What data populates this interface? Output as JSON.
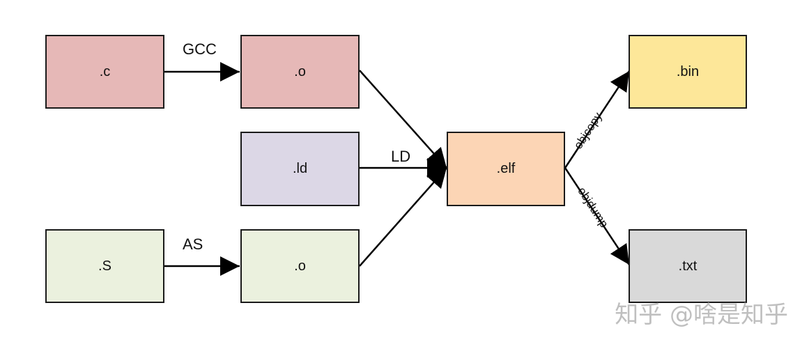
{
  "nodes": {
    "c": {
      "label": ".c",
      "color": "#e6b8b7"
    },
    "o1": {
      "label": ".o",
      "color": "#e6b8b7"
    },
    "ld": {
      "label": ".ld",
      "color": "#dcd7e6"
    },
    "s": {
      "label": ".S",
      "color": "#ebf1de"
    },
    "o2": {
      "label": ".o",
      "color": "#ebf1de"
    },
    "elf": {
      "label": ".elf",
      "color": "#fcd5b5"
    },
    "bin": {
      "label": ".bin",
      "color": "#fde799"
    },
    "txt": {
      "label": ".txt",
      "color": "#d9d9d9"
    }
  },
  "edges": {
    "gcc": "GCC",
    "ld": "LD",
    "as": "AS",
    "objcopy": "objcopy",
    "objdump": "objdump"
  },
  "watermark": "知乎 @啥是知乎"
}
